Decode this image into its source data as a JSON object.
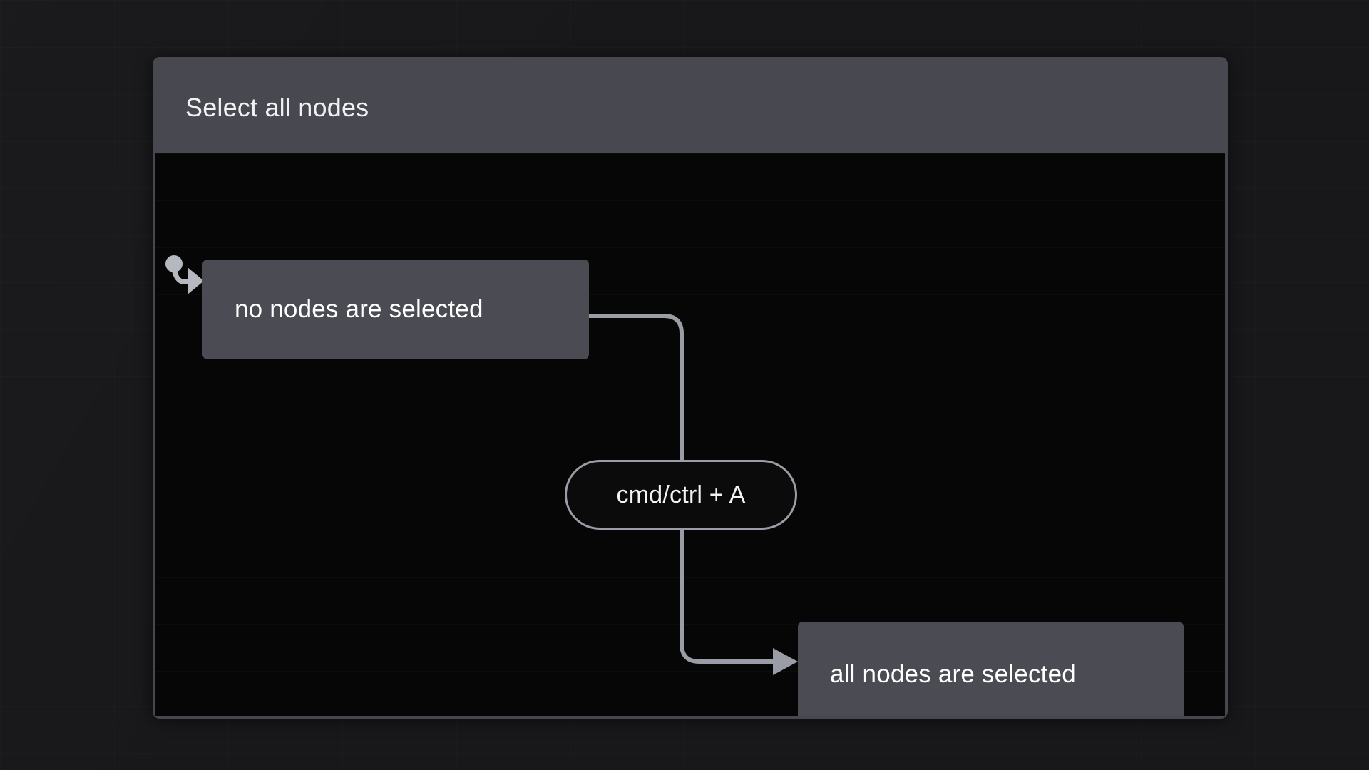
{
  "window": {
    "title": "Select all nodes"
  },
  "diagram": {
    "type": "state-machine",
    "initial_state_marker": "initial-state-dot",
    "states": [
      {
        "id": "idle",
        "label": "no nodes are selected",
        "initial": true
      },
      {
        "id": "selected",
        "label": "all nodes are selected",
        "initial": false
      }
    ],
    "transitions": [
      {
        "from": "idle",
        "to": "selected",
        "label": "cmd/ctrl + A"
      }
    ]
  },
  "colors": {
    "desktop_background": "#18181a",
    "panel_header": "#474850",
    "canvas_background": "#060607",
    "node_fill": "#4a4b53",
    "node_text": "#ffffff",
    "edge_stroke": "#9b9da6",
    "pill_fill": "#0b0b0c",
    "pill_border": "#9b9da6"
  }
}
